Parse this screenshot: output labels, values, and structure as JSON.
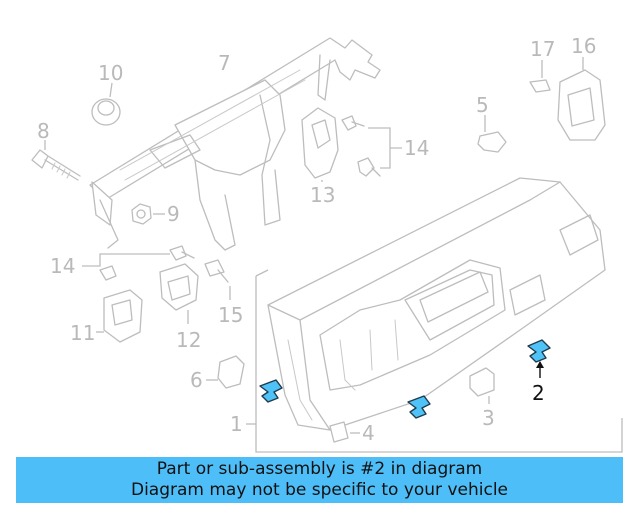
{
  "callouts": {
    "c1": "1",
    "c2": "2",
    "c3": "3",
    "c4": "4",
    "c5": "5",
    "c6": "6",
    "c7": "7",
    "c8": "8",
    "c9": "9",
    "c10": "10",
    "c11": "11",
    "c12": "12",
    "c13": "13",
    "c14a": "14",
    "c14b": "14",
    "c15": "15",
    "c16": "16",
    "c17": "17"
  },
  "highlighted_part": "2",
  "colors": {
    "highlight_fill": "#4fc3f7",
    "banner_bg": "#4ebef8",
    "line_gray": "#bdbdbd",
    "active_text": "#111111"
  },
  "banner": {
    "line1": "Part or sub-assembly is #2 in diagram",
    "line2": "Diagram may not be specific to your vehicle"
  }
}
